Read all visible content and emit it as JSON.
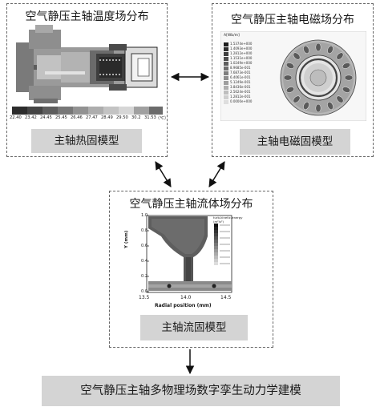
{
  "thermal": {
    "title": "空气静压主轴温度场分布",
    "label": "主轴热固模型",
    "scale_ticks": [
      "22.40",
      "23.42",
      "24.45",
      "25.45",
      "26.46",
      "27.47",
      "28.49",
      "29.50",
      "30.2",
      "31.53"
    ],
    "scale_unit": "（℃）"
  },
  "em": {
    "title": "空气静压主轴电磁场分布",
    "label": "主轴电磁固模型",
    "legend_header": "A[Wb/m]",
    "legend_values": [
      "1.5374e+000",
      "1.4093e+000",
      "1.2812e+000",
      "1.1531e+000",
      "1.0249e+000",
      "8.9685e-001",
      "7.6873e-001",
      "6.4061e-001",
      "5.1249e-001",
      "3.8436e-001",
      "2.5624e-001",
      "1.2812e-001",
      "0.0000e+000"
    ]
  },
  "fluid": {
    "title": "空气静压主轴流体场分布",
    "label": "主轴流固模型",
    "ylabel": "Y (mm)",
    "xlabel": "Radial position (mm)",
    "y_ticks": [
      "1.0",
      "0.8",
      "0.6",
      "0.4",
      "0.2",
      "0.0"
    ],
    "x_ticks": [
      "13.5",
      "14.0",
      "14.5"
    ],
    "legend_title": "turb-kinetic-energy",
    "legend_unit": "(m²/s²)"
  },
  "final": {
    "label": "空气静压主轴多物理场数字孪生动力学建模"
  },
  "colors": {
    "box_fill": "#d4d4d4",
    "dash": "#666666",
    "arrow": "#111111"
  }
}
